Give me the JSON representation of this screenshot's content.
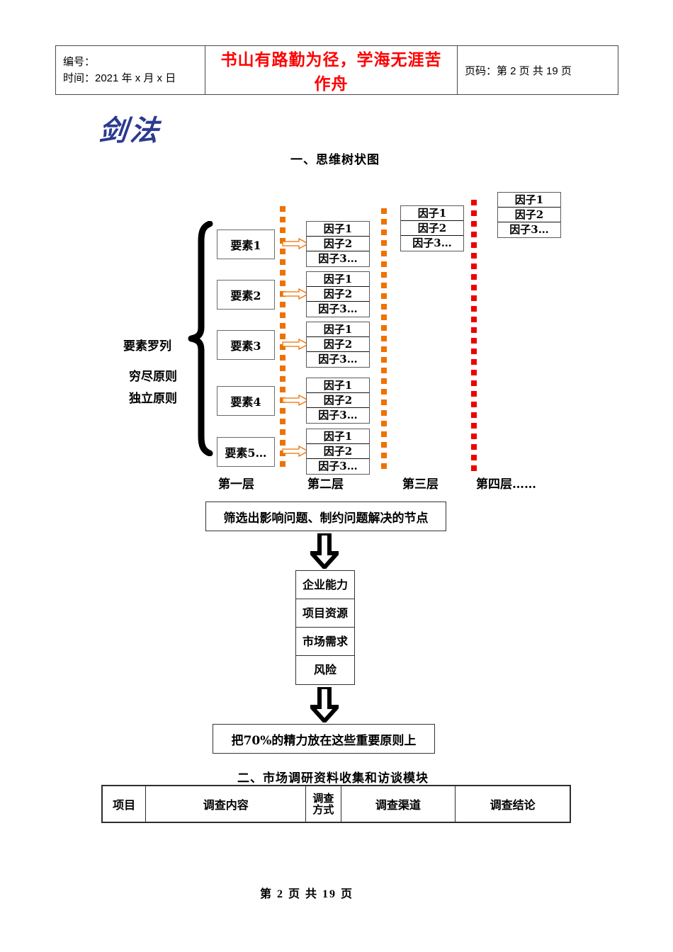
{
  "header": {
    "label_no": "编号：",
    "label_time": "时间：2021 年 x 月 x 日",
    "slogan": "书山有路勤为径，学海无涯苦作舟",
    "page_info": "页码：第 2 页  共 19 页"
  },
  "logo": {
    "text": "剑法"
  },
  "sections": {
    "title_1": "一、思维树状图",
    "title_2": "二、市场调研资料收集和访谈模块"
  },
  "tree": {
    "brace_labels": [
      "要素罗列",
      "穷尽原则",
      "独立原则"
    ],
    "elements": [
      "要素1",
      "要素2",
      "要素3",
      "要素4",
      "要素5…"
    ],
    "factor_rows": [
      "因子1",
      "因子2",
      "因子3…"
    ],
    "layer_labels": [
      "第一层",
      "第二层",
      "第三层",
      "第四层……"
    ],
    "divider_colors": {
      "layer2": "#ee7202",
      "layer3": "#ee7202",
      "layer4": "#ee0000"
    },
    "arrow_color": "#ee7202"
  },
  "flow": {
    "top_box": "筛选出影响问题、制约问题解决的节点",
    "stack": [
      "企业能力",
      "项目资源",
      "市场需求",
      "风险"
    ],
    "bottom_box": "把70%的精力放在这些重要原则上"
  },
  "survey_table": {
    "headers": [
      "项目",
      "调查内容",
      "调查\n方式",
      "调查渠道",
      "调查结论"
    ],
    "header_0": "项目",
    "header_1": "调查内容",
    "header_2_line1": "调查",
    "header_2_line2": "方式",
    "header_3": "调查渠道",
    "header_4": "调查结论"
  },
  "footer": {
    "text": "第 2 页 共 19 页"
  }
}
